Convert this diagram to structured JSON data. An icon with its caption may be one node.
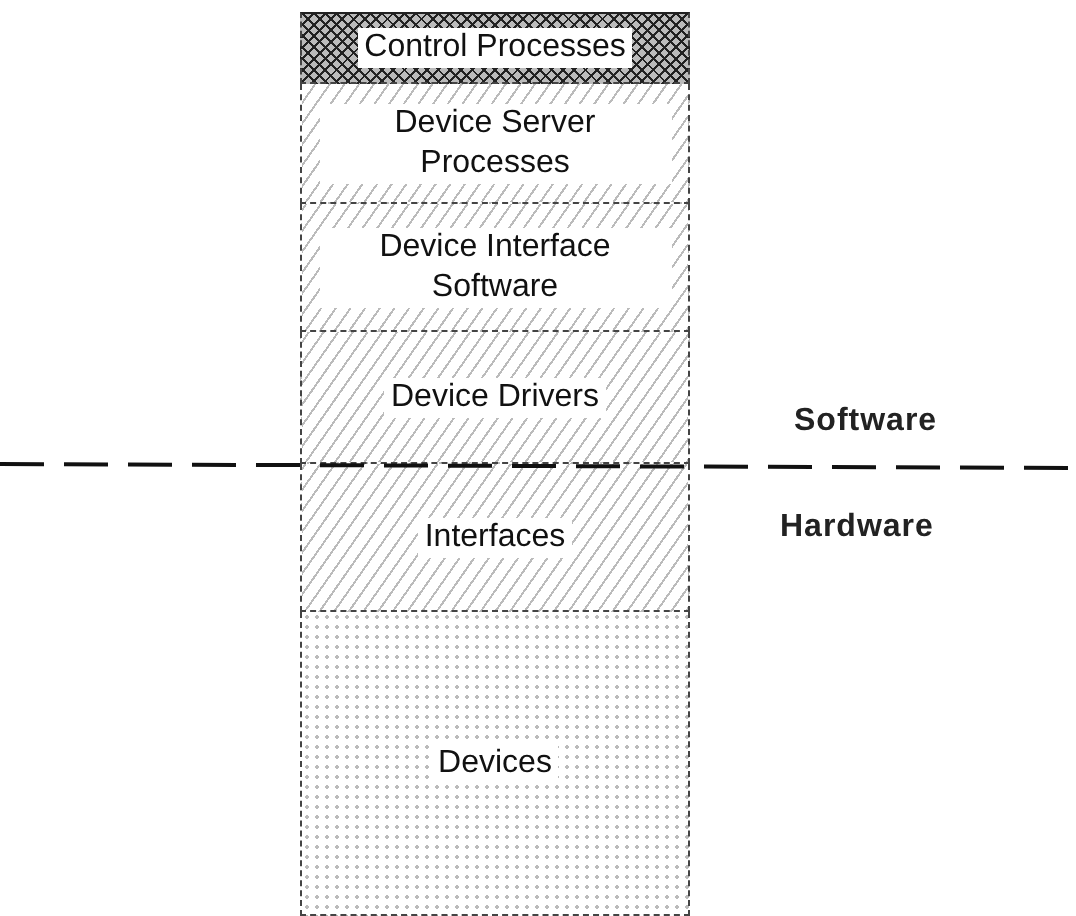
{
  "diagram": {
    "nodes": [
      {
        "text": [
          "Control Processes"
        ]
      },
      {
        "text": [
          "Device Server Processes"
        ]
      },
      {
        "text": [
          "Device Interface Software"
        ]
      },
      {
        "text": [
          "Device Drivers"
        ]
      },
      {
        "text": [
          "Interfaces"
        ]
      },
      {
        "text": [
          "Devices"
        ]
      }
    ],
    "labels": [
      "Software",
      "Hardware"
    ]
  }
}
